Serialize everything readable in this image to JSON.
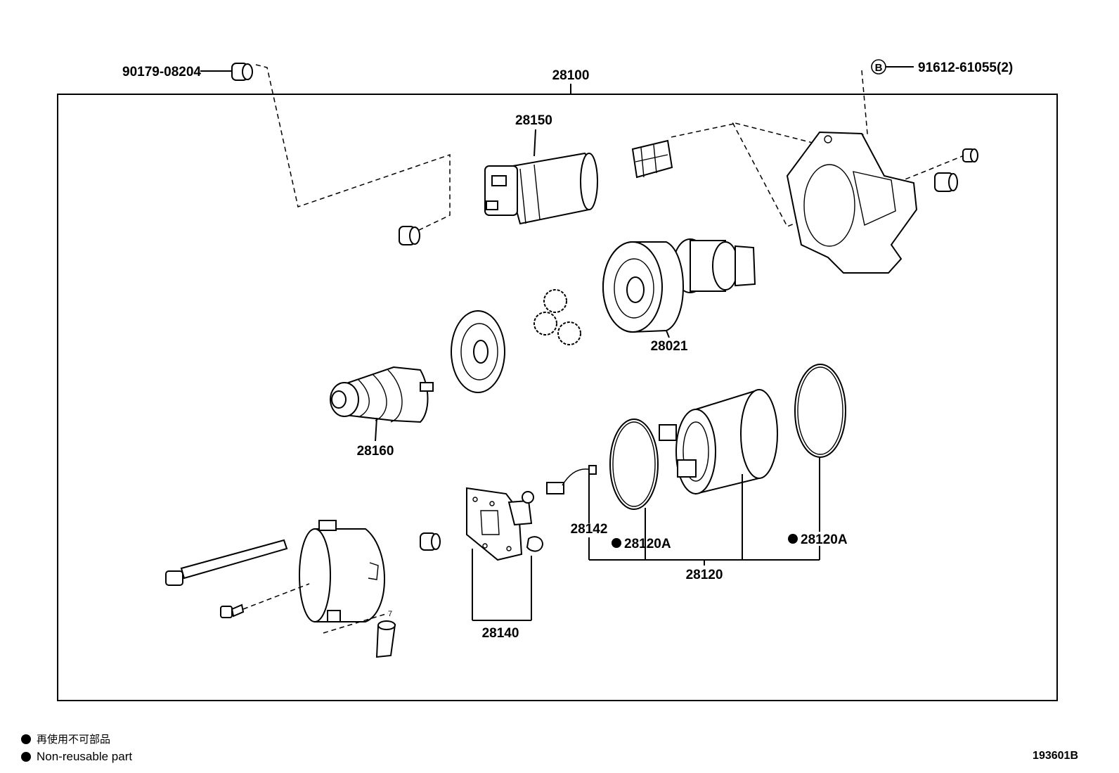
{
  "parts": {
    "p90179": "90179-08204",
    "p28100": "28100",
    "b_marker": "B",
    "p91612": "91612-61055(2)",
    "p28150": "28150",
    "p28021": "28021",
    "p28160": "28160",
    "p28142": "28142",
    "p28120A_left": "28120A",
    "p28120A_right": "28120A",
    "p28120": "28120",
    "p28140": "28140",
    "small_7": "7"
  },
  "legend": {
    "line1": "再使用不可部品",
    "line2": "Non-reusable part"
  },
  "diagram_id": "193601B"
}
